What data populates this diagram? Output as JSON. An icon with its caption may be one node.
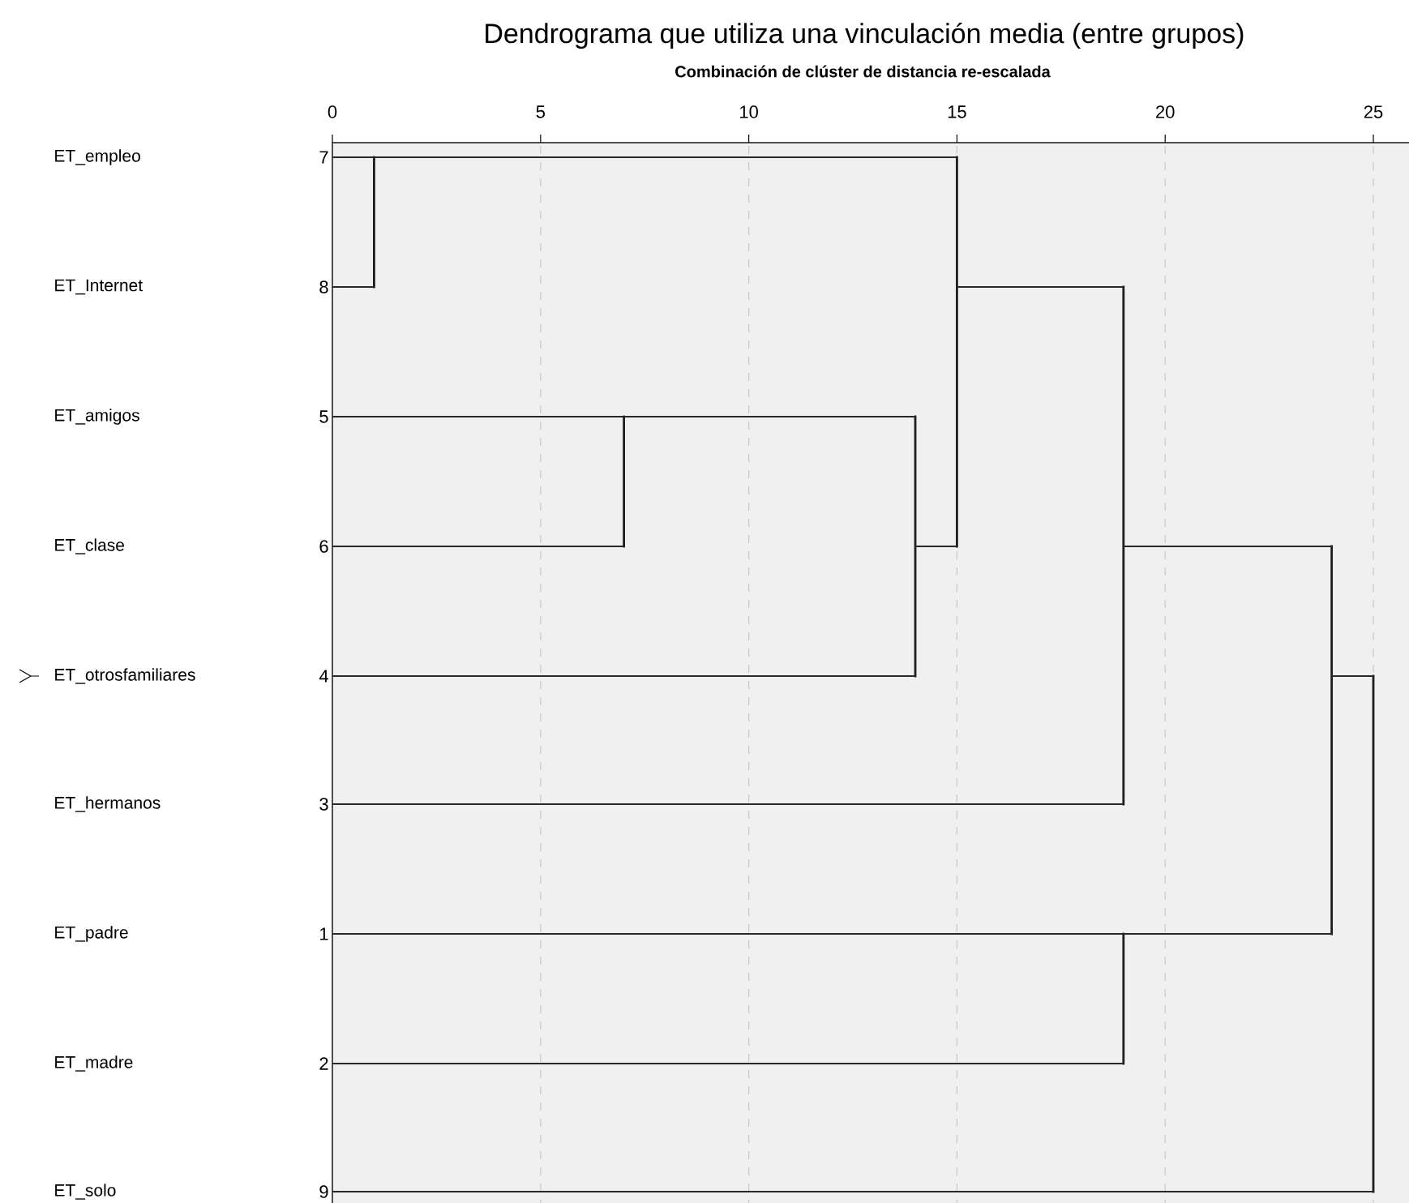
{
  "diagram": {
    "title": "Dendrograma que utiliza una vinculación media (entre grupos)",
    "nodes": [
      {
        "text": [
          "ET_empleo"
        ],
        "beside": [
          "7"
        ]
      },
      {
        "text": [
          "ET_Internet"
        ],
        "beside": [
          "8"
        ]
      },
      {
        "text": [
          "ET_amigos"
        ],
        "beside": [
          "5"
        ]
      },
      {
        "text": [
          "ET_clase"
        ],
        "beside": [
          "6"
        ]
      },
      {
        "text": [
          "ET_otrosfamiliares"
        ],
        "beside": [
          "4"
        ]
      },
      {
        "text": [
          "ET_hermanos"
        ],
        "beside": [
          "3"
        ]
      },
      {
        "text": [
          "ET_padre"
        ],
        "beside": [
          "1"
        ]
      },
      {
        "text": [
          "ET_madre"
        ],
        "beside": [
          "2"
        ]
      },
      {
        "text": [
          "ET_solo"
        ],
        "beside": [
          "9"
        ]
      },
      {
        "text": [],
        "shape": "bar"
      },
      {
        "text": [],
        "shape": "bar"
      },
      {
        "text": [],
        "shape": "bar"
      },
      {
        "text": [],
        "shape": "bar"
      },
      {
        "text": [],
        "shape": "bar"
      },
      {
        "text": [],
        "shape": "bar"
      },
      {
        "text": [],
        "shape": "bar"
      },
      {
        "text": [],
        "shape": "bar"
      }
    ],
    "edges": [
      {
        "from": 0,
        "to": 9,
        "arrow": "none"
      },
      {
        "from": 1,
        "to": 9,
        "arrow": "none"
      },
      {
        "from": 2,
        "to": 10,
        "arrow": "none"
      },
      {
        "from": 3,
        "to": 10,
        "arrow": "none"
      },
      {
        "from": 10,
        "to": 11,
        "arrow": "none"
      },
      {
        "from": 4,
        "to": 11,
        "arrow": "none"
      },
      {
        "from": 9,
        "to": 12,
        "arrow": "none"
      },
      {
        "from": 11,
        "to": 12,
        "arrow": "none"
      },
      {
        "from": 12,
        "to": 13,
        "arrow": "none"
      },
      {
        "from": 5,
        "to": 13,
        "arrow": "none"
      },
      {
        "from": 6,
        "to": 14,
        "arrow": "none"
      },
      {
        "from": 7,
        "to": 14,
        "arrow": "none"
      },
      {
        "from": 13,
        "to": 15,
        "arrow": "none"
      },
      {
        "from": 14,
        "to": 15,
        "arrow": "none"
      },
      {
        "from": 15,
        "to": 16,
        "arrow": "none"
      },
      {
        "from": 8,
        "to": 16,
        "arrow": "none"
      }
    ],
    "labels": [
      "Combinación de clúster de distancia re-escalada",
      "0",
      "5",
      "10",
      "15",
      "20",
      "25"
    ]
  }
}
